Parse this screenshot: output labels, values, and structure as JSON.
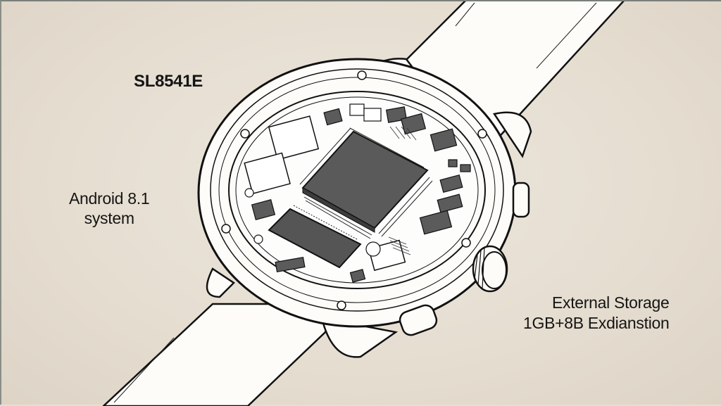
{
  "diagram": {
    "subject": "smartwatch-internal-components",
    "labels": {
      "chip": "SL8541E",
      "os_line1": "Android 8.1",
      "os_line2": "system",
      "storage_line1": "External Storage",
      "storage_line2": "1GB+8B Exdianstion"
    },
    "colors": {
      "background": "#e6dfd3",
      "outline": "#111111",
      "body_fill": "#fdfcf9",
      "chip_fill": "#5a5a5a",
      "text": "#151515"
    }
  }
}
